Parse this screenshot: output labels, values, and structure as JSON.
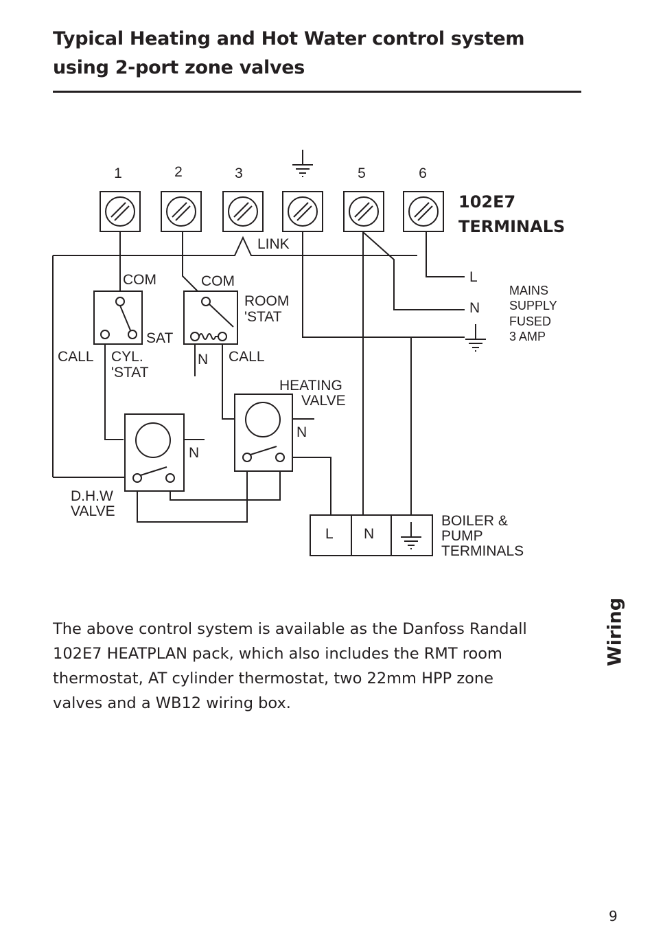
{
  "page": {
    "title_lines": [
      "Typical Heating and Hot Water control system",
      "using 2-port zone valves"
    ],
    "description_lines": [
      "The above control system is available as the Danfoss Randall",
      "102E7 HEATPLAN pack, which also includes the RMT room",
      "thermostat, AT cylinder thermostat, two 22mm HPP zone",
      "valves and a WB12 wiring box."
    ],
    "side_label": "Wiring",
    "page_number": "9"
  },
  "diagram": {
    "terminal_numbers": {
      "t1": "1",
      "t2": "2",
      "t3": "3",
      "t5": "5",
      "t6": "6"
    },
    "terminal_block": {
      "model": "102E7",
      "label": "TERMINALS"
    },
    "link_label": "LINK",
    "cylinder_stat": {
      "com": "COM",
      "sat": "SAT",
      "call": "CALL",
      "name_lines": [
        "CYL.",
        "'STAT"
      ]
    },
    "room_stat": {
      "com": "COM",
      "name_lines": [
        "ROOM",
        "'STAT"
      ],
      "neutral": "N",
      "call": "CALL"
    },
    "heating_valve": {
      "name_lines": [
        "HEATING",
        "VALVE"
      ],
      "neutral": "N"
    },
    "dhw_valve": {
      "name_lines": [
        "D.H.W",
        "VALVE"
      ],
      "neutral": "N"
    },
    "mains": {
      "live": "L",
      "neutral": "N",
      "note_lines": [
        "MAINS",
        "SUPPLY",
        "FUSED",
        "3 AMP"
      ]
    },
    "boiler": {
      "live": "L",
      "neutral": "N",
      "name_lines": [
        "BOILER &",
        "PUMP",
        "TERMINALS"
      ]
    }
  }
}
